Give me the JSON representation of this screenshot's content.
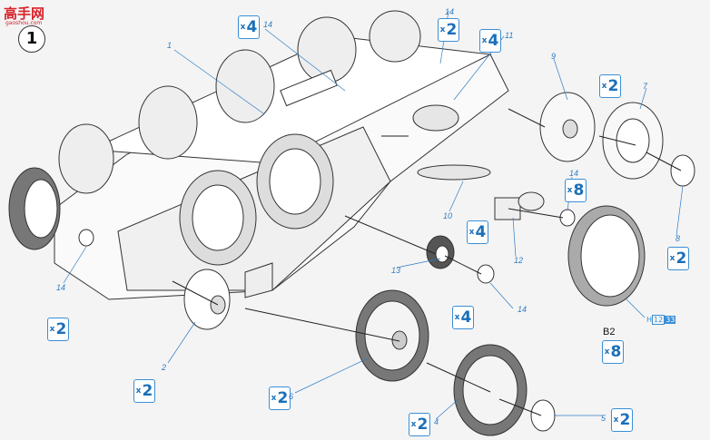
{
  "watermark": {
    "text": "高手网",
    "sub": "gaoshou.com"
  },
  "step_number": "1",
  "quantities": [
    {
      "id": "q-top-14",
      "mult": "x",
      "count": "4"
    },
    {
      "id": "q-top-mid",
      "mult": "x",
      "count": "2"
    },
    {
      "id": "q-11",
      "mult": "x",
      "count": "4"
    },
    {
      "id": "q-9",
      "mult": "x",
      "count": "2"
    },
    {
      "id": "q-14-right",
      "mult": "x",
      "count": "8"
    },
    {
      "id": "q-10",
      "mult": "x",
      "count": "4"
    },
    {
      "id": "q-8",
      "mult": "x",
      "count": "2"
    },
    {
      "id": "q-left-14",
      "mult": "x",
      "count": "2"
    },
    {
      "id": "q-13",
      "mult": "x",
      "count": "4"
    },
    {
      "id": "q-b2",
      "mult": "x",
      "count": "8"
    },
    {
      "id": "q-2",
      "mult": "x",
      "count": "2"
    },
    {
      "id": "q-6",
      "mult": "x",
      "count": "2"
    },
    {
      "id": "q-4",
      "mult": "x",
      "count": "2"
    },
    {
      "id": "q-5",
      "mult": "x",
      "count": "2"
    }
  ],
  "part_labels": [
    "1",
    "14",
    "14",
    "11",
    "9",
    "7",
    "14",
    "10",
    "12",
    "8",
    "13",
    "14",
    "14",
    "2",
    "6",
    "4",
    "5"
  ],
  "b2_label": "B2",
  "href": {
    "prefix": "H",
    "a": "12",
    "b": "33"
  }
}
